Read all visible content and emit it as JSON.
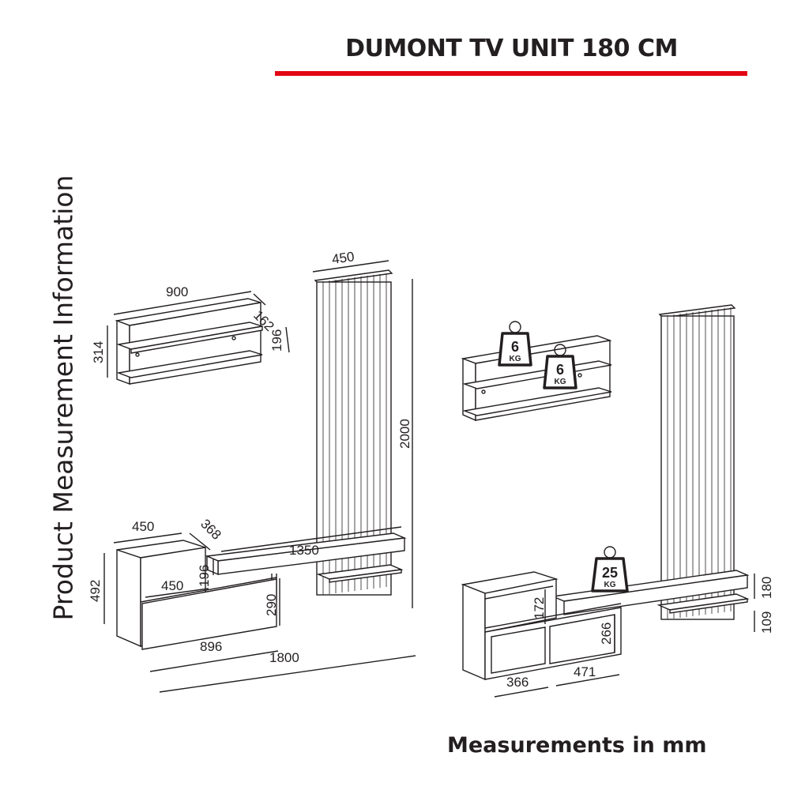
{
  "title": "DUMONT TV UNIT 180 CM",
  "side_label": "Product Measurement Information",
  "footer": "Measurements in mm",
  "colors": {
    "accent": "#e30613",
    "ink": "#231f20"
  },
  "dimensions": {
    "shelf_width": "900",
    "shelf_depth": "162",
    "shelf_height": "314",
    "shelf_gap": "196",
    "panel_width": "450",
    "panel_height": "2000",
    "cabinet_width": "450",
    "cabinet_depth": "368",
    "cabinet_height": "492",
    "bench_length": "1350",
    "bench_thickness": "196",
    "drawer_width": "450",
    "drawer_height": "290",
    "cabinet_front": "896",
    "total_length": "1800",
    "inner_height_top": "172",
    "compartment_height": "266",
    "compartment_left": "366",
    "compartment_right": "471",
    "bench_right_height": "180",
    "bench_leg_height": "109"
  },
  "load_limits": {
    "shelf_top": {
      "value": "6",
      "unit": "KG"
    },
    "shelf_bottom": {
      "value": "6",
      "unit": "KG"
    },
    "bench": {
      "value": "25",
      "unit": "KG"
    }
  }
}
